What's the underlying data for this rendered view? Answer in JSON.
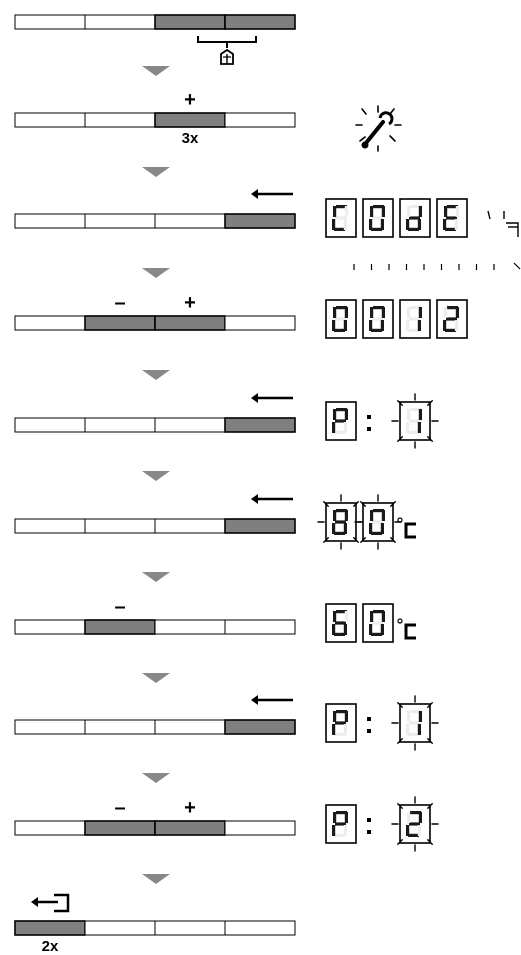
{
  "colors": {
    "pressed": "#7f7f7f",
    "released": "#ffffff",
    "outline": "#000000",
    "arrow": "#888888"
  },
  "icons": [
    "wrench-icon",
    "lock-icon",
    "enter-arrow-icon",
    "exit-icon",
    "flow-arrow-icon"
  ],
  "steps": [
    {
      "pressed": [
        2,
        3
      ],
      "labels": [],
      "display": null,
      "count": ""
    },
    {
      "pressed": [
        2
      ],
      "labels": [
        {
          "key": 2,
          "text": "+"
        }
      ],
      "count": "3x",
      "display": null
    },
    {
      "pressed": [
        3
      ],
      "labels": [],
      "count": "",
      "display": {
        "text": "CODE",
        "blinking_last": true
      }
    },
    {
      "pressed": [
        1,
        2
      ],
      "labels": [
        {
          "key": 1,
          "text": "–"
        },
        {
          "key": 2,
          "text": "+"
        }
      ],
      "count": "",
      "display": {
        "text": "0012"
      }
    },
    {
      "pressed": [
        3
      ],
      "labels": [],
      "count": "",
      "display": {
        "text": "P:",
        "value": "1",
        "blink_value": true
      }
    },
    {
      "pressed": [
        3
      ],
      "labels": [],
      "count": "",
      "display": {
        "text": "80",
        "unit": "°C",
        "blink_digits": true
      }
    },
    {
      "pressed": [
        1
      ],
      "labels": [
        {
          "key": 1,
          "text": "–"
        }
      ],
      "count": "",
      "display": {
        "text": "60",
        "unit": "°C"
      }
    },
    {
      "pressed": [
        3
      ],
      "labels": [],
      "count": "",
      "display": {
        "text": "P:",
        "value": "1",
        "blink_value": true
      }
    },
    {
      "pressed": [
        1,
        2
      ],
      "labels": [
        {
          "key": 1,
          "text": "–"
        },
        {
          "key": 2,
          "text": "+"
        }
      ],
      "count": "",
      "display": {
        "text": "P:",
        "value": "2",
        "blink_value": true
      }
    },
    {
      "pressed": [
        0
      ],
      "labels": [],
      "count": "2x",
      "display": null
    }
  ]
}
